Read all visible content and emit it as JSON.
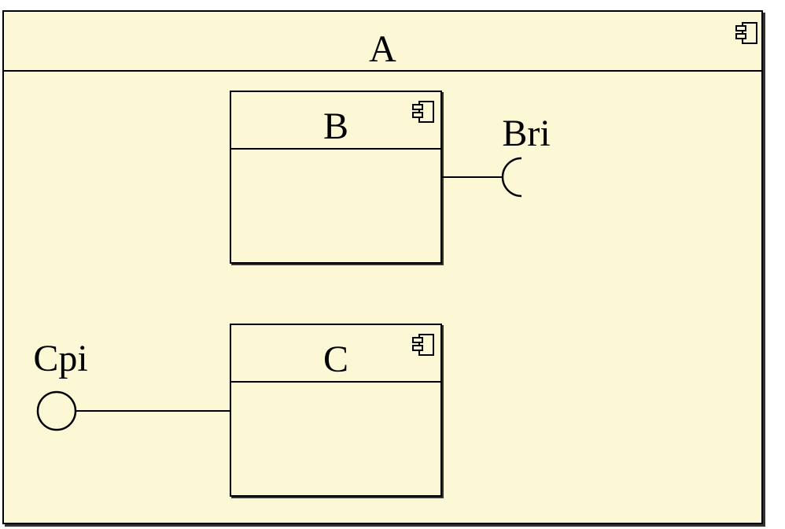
{
  "diagram": {
    "kind": "uml-component-diagram",
    "outer_component": {
      "label": "A"
    },
    "inner_components": [
      {
        "label": "B"
      },
      {
        "label": "C"
      }
    ],
    "interfaces": [
      {
        "label": "Bri",
        "kind": "required-socket",
        "component": "B",
        "side": "right"
      },
      {
        "label": "Cpi",
        "kind": "provided-ball",
        "component": "C",
        "side": "left"
      }
    ],
    "colors": {
      "component_fill": "#FCF8D6",
      "stroke": "#000000",
      "page_background": "#FFFFFF"
    }
  }
}
